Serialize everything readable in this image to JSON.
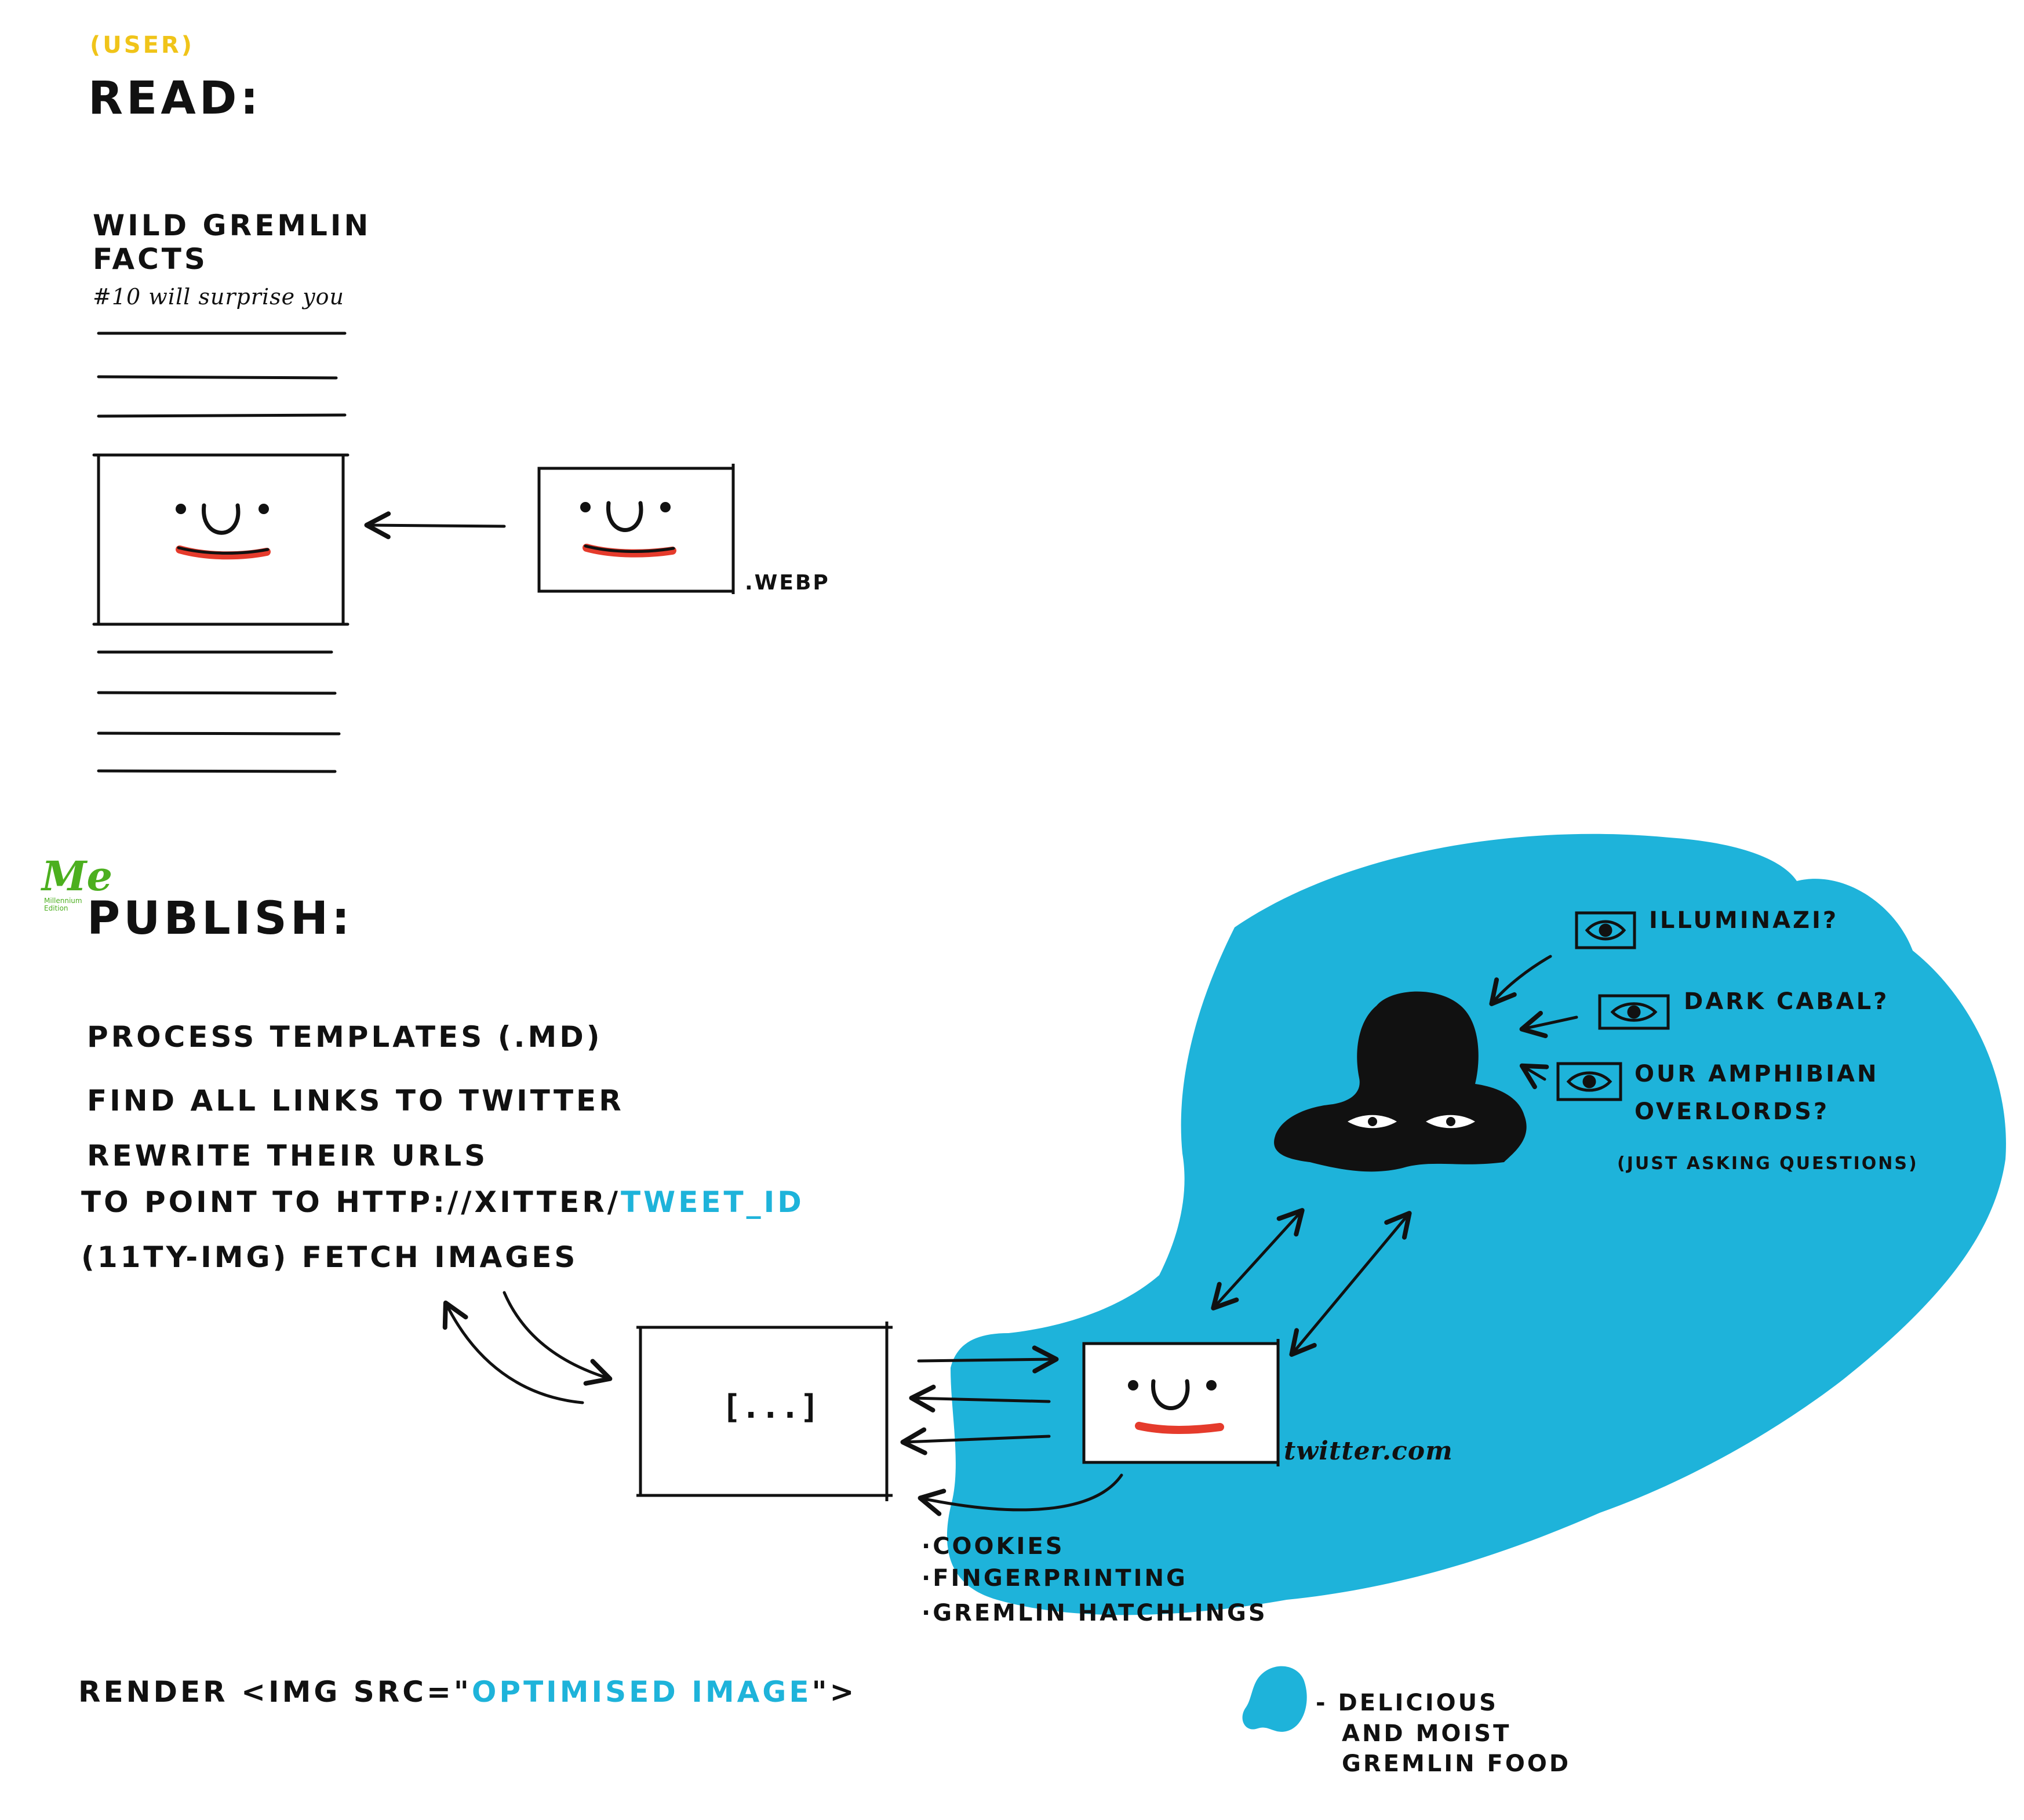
{
  "read_section": {
    "role_label": "(USER)",
    "heading": "READ:",
    "article_title_line1": "WILD GREMLIN",
    "article_title_line2": "FACTS",
    "article_subtitle": "#10 will surprise you",
    "webp_label": ".WEBP"
  },
  "publish_section": {
    "role_logo": "Me",
    "role_logo_sub": "Millennium Edition",
    "heading": "PUBLISH:",
    "steps": {
      "step1": "PROCESS TEMPLATES (.md)",
      "step2": "FIND ALL LINKS TO TWITTER",
      "step3": "REWRITE THEIR URLS",
      "step4_prefix": "TO POINT TO HTTP://XITTER/",
      "step4_highlight": "TWEET_ID",
      "step5": "(11TY-IMG) FETCH IMAGES"
    },
    "pipeline_box_label": "[...]",
    "twitter_label": "twitter.com",
    "side_effects": [
      "·COOKIES",
      "·FINGERPRINTING",
      "·GREMLIN HATCHLINGS"
    ],
    "render_prefix": "RENDER <IMG SRC=\"",
    "render_highlight": "OPTIMISED IMAGE",
    "render_suffix": "\">"
  },
  "conspiracy": {
    "items": [
      "ILLUMINAZI?",
      "DARK CABAL?",
      "OUR AMPHIBIAN",
      "OVERLORDS?"
    ],
    "footnote": "(JUST ASKING QUESTIONS)"
  },
  "legend": {
    "line1": "- DELICIOUS",
    "line2": "AND MOIST",
    "line3": "GREMLIN FOOD"
  },
  "colors": {
    "blob": "#1eb3da",
    "ink": "#111111",
    "smile": "#e53b2c",
    "user_label": "#f0c419",
    "me_logo": "#4caf1f"
  }
}
